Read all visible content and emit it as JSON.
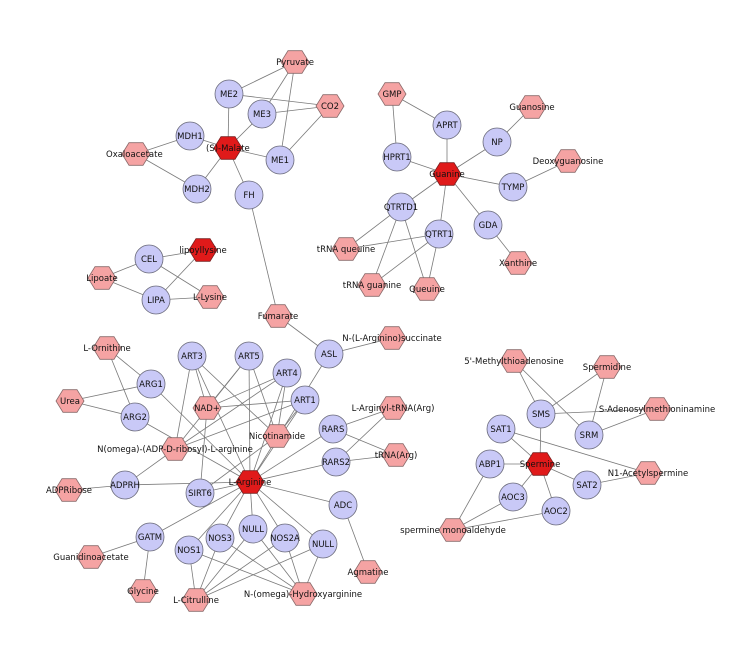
{
  "colors": {
    "gene": "#c9c9f7",
    "metabolite": "#f5a3a3",
    "hub": "#e01a1a",
    "edge": "#7a7a7a"
  },
  "nodes": [
    {
      "id": "pyruvate",
      "label": "Pyruvate",
      "kind": "metabolite"
    },
    {
      "id": "me2",
      "label": "ME2",
      "kind": "gene"
    },
    {
      "id": "me3",
      "label": "ME3",
      "kind": "gene"
    },
    {
      "id": "co2",
      "label": "CO2",
      "kind": "metabolite"
    },
    {
      "id": "mdh1",
      "label": "MDH1",
      "kind": "gene"
    },
    {
      "id": "smalate",
      "label": "(S)-Malate",
      "kind": "hub"
    },
    {
      "id": "oxaloacetate",
      "label": "Oxaloacetate",
      "kind": "metabolite"
    },
    {
      "id": "me1",
      "label": "ME1",
      "kind": "gene"
    },
    {
      "id": "mdh2",
      "label": "MDH2",
      "kind": "gene"
    },
    {
      "id": "fh",
      "label": "FH",
      "kind": "gene"
    },
    {
      "id": "gmp",
      "label": "GMP",
      "kind": "metabolite"
    },
    {
      "id": "aprt",
      "label": "APRT",
      "kind": "gene"
    },
    {
      "id": "guanosine",
      "label": "Guanosine",
      "kind": "metabolite"
    },
    {
      "id": "np",
      "label": "NP",
      "kind": "gene"
    },
    {
      "id": "hprt1",
      "label": "HPRT1",
      "kind": "gene"
    },
    {
      "id": "guanine",
      "label": "Guanine",
      "kind": "hub"
    },
    {
      "id": "deoxyguanosine",
      "label": "Deoxyguanosine",
      "kind": "metabolite"
    },
    {
      "id": "tymp",
      "label": "TYMP",
      "kind": "gene"
    },
    {
      "id": "qtrtd1",
      "label": "QTRTD1",
      "kind": "gene"
    },
    {
      "id": "qtrt1",
      "label": "QTRT1",
      "kind": "gene"
    },
    {
      "id": "gda",
      "label": "GDA",
      "kind": "gene"
    },
    {
      "id": "trnaqueuine",
      "label": "tRNA queuine",
      "kind": "metabolite"
    },
    {
      "id": "xanthine",
      "label": "Xanthine",
      "kind": "metabolite"
    },
    {
      "id": "trnaguanine",
      "label": "tRNA guanine",
      "kind": "metabolite"
    },
    {
      "id": "queuine",
      "label": "Queuine",
      "kind": "metabolite"
    },
    {
      "id": "cel",
      "label": "CEL",
      "kind": "gene"
    },
    {
      "id": "lipoyllysine",
      "label": "lipoyllysine",
      "kind": "hub"
    },
    {
      "id": "lipoate",
      "label": "Lipoate",
      "kind": "metabolite"
    },
    {
      "id": "lipa",
      "label": "LIPA",
      "kind": "gene"
    },
    {
      "id": "llysine",
      "label": "L-Lysine",
      "kind": "metabolite"
    },
    {
      "id": "fumarate",
      "label": "Fumarate",
      "kind": "metabolite"
    },
    {
      "id": "arginosuccinate",
      "label": "N-(L-Arginino)succinate",
      "kind": "metabolite"
    },
    {
      "id": "asl",
      "label": "ASL",
      "kind": "gene"
    },
    {
      "id": "lornithine",
      "label": "L-Ornithine",
      "kind": "metabolite"
    },
    {
      "id": "art3",
      "label": "ART3",
      "kind": "gene"
    },
    {
      "id": "art5",
      "label": "ART5",
      "kind": "gene"
    },
    {
      "id": "art4",
      "label": "ART4",
      "kind": "gene"
    },
    {
      "id": "arg1",
      "label": "ARG1",
      "kind": "gene"
    },
    {
      "id": "urea",
      "label": "Urea",
      "kind": "metabolite"
    },
    {
      "id": "nadplus",
      "label": "NAD+",
      "kind": "metabolite"
    },
    {
      "id": "art1",
      "label": "ART1",
      "kind": "gene"
    },
    {
      "id": "arg2",
      "label": "ARG2",
      "kind": "gene"
    },
    {
      "id": "arginyltrna",
      "label": "L-Arginyl-tRNA(Arg)",
      "kind": "metabolite"
    },
    {
      "id": "rars",
      "label": "RARS",
      "kind": "gene"
    },
    {
      "id": "nicotinamide",
      "label": "Nicotinamide",
      "kind": "metabolite"
    },
    {
      "id": "adpribosylarg",
      "label": "N(omega)-(ADP-D-ribosyl)-L-arginine",
      "kind": "metabolite"
    },
    {
      "id": "trnaarg",
      "label": "tRNA(Arg)",
      "kind": "metabolite"
    },
    {
      "id": "rars2",
      "label": "RARS2",
      "kind": "gene"
    },
    {
      "id": "larginine",
      "label": "L-Arginine",
      "kind": "hub"
    },
    {
      "id": "adpribose",
      "label": "ADPRibose",
      "kind": "metabolite"
    },
    {
      "id": "adprh",
      "label": "ADPRH",
      "kind": "gene"
    },
    {
      "id": "sirt6",
      "label": "SIRT6",
      "kind": "gene"
    },
    {
      "id": "adc",
      "label": "ADC",
      "kind": "gene"
    },
    {
      "id": "gatm",
      "label": "GATM",
      "kind": "gene"
    },
    {
      "id": "null1",
      "label": "NULL",
      "kind": "gene"
    },
    {
      "id": "nos3",
      "label": "NOS3",
      "kind": "gene"
    },
    {
      "id": "nos2a",
      "label": "NOS2A",
      "kind": "gene"
    },
    {
      "id": "null2",
      "label": "NULL",
      "kind": "gene"
    },
    {
      "id": "nos1",
      "label": "NOS1",
      "kind": "gene"
    },
    {
      "id": "guanidinoacetate",
      "label": "Guanidinoacetate",
      "kind": "metabolite"
    },
    {
      "id": "agmatine",
      "label": "Agmatine",
      "kind": "metabolite"
    },
    {
      "id": "glycine",
      "label": "Glycine",
      "kind": "metabolite"
    },
    {
      "id": "lcitrulline",
      "label": "L-Citrulline",
      "kind": "metabolite"
    },
    {
      "id": "hydroxyarginine",
      "label": "N-(omega)-Hydroxyarginine",
      "kind": "metabolite"
    },
    {
      "id": "methylthioadenosine",
      "label": "5'-Methylthioadenosine",
      "kind": "metabolite"
    },
    {
      "id": "spermidine",
      "label": "Spermidine",
      "kind": "metabolite"
    },
    {
      "id": "sms",
      "label": "SMS",
      "kind": "gene"
    },
    {
      "id": "samine",
      "label": "S-Adenosylmethioninamine",
      "kind": "metabolite"
    },
    {
      "id": "sat1",
      "label": "SAT1",
      "kind": "gene"
    },
    {
      "id": "srm",
      "label": "SRM",
      "kind": "gene"
    },
    {
      "id": "abp1",
      "label": "ABP1",
      "kind": "gene"
    },
    {
      "id": "spermine",
      "label": "Spermine",
      "kind": "hub"
    },
    {
      "id": "acetylspermine",
      "label": "N1-Acetylspermine",
      "kind": "metabolite"
    },
    {
      "id": "sat2",
      "label": "SAT2",
      "kind": "gene"
    },
    {
      "id": "aoc3",
      "label": "AOC3",
      "kind": "gene"
    },
    {
      "id": "aoc2",
      "label": "AOC2",
      "kind": "gene"
    },
    {
      "id": "sperminealdehyde",
      "label": "spermine monoaldehyde",
      "kind": "metabolite"
    }
  ],
  "edges": [
    [
      "pyruvate",
      "me2"
    ],
    [
      "pyruvate",
      "me3"
    ],
    [
      "pyruvate",
      "me1"
    ],
    [
      "co2",
      "me2"
    ],
    [
      "co2",
      "me3"
    ],
    [
      "co2",
      "me1"
    ],
    [
      "smalate",
      "me2"
    ],
    [
      "smalate",
      "me3"
    ],
    [
      "smalate",
      "me1"
    ],
    [
      "smalate",
      "mdh1"
    ],
    [
      "smalate",
      "mdh2"
    ],
    [
      "smalate",
      "fh"
    ],
    [
      "oxaloacetate",
      "mdh1"
    ],
    [
      "oxaloacetate",
      "mdh2"
    ],
    [
      "fh",
      "fumarate"
    ],
    [
      "fumarate",
      "asl"
    ],
    [
      "asl",
      "arginosuccinate"
    ],
    [
      "asl",
      "larginine"
    ],
    [
      "gmp",
      "hprt1"
    ],
    [
      "gmp",
      "aprt"
    ],
    [
      "aprt",
      "guanine"
    ],
    [
      "hprt1",
      "guanine"
    ],
    [
      "guanine",
      "np"
    ],
    [
      "guanine",
      "tymp"
    ],
    [
      "guanine",
      "gda"
    ],
    [
      "guanine",
      "qtrtd1"
    ],
    [
      "guanine",
      "qtrt1"
    ],
    [
      "np",
      "guanosine"
    ],
    [
      "tymp",
      "deoxyguanosine"
    ],
    [
      "gda",
      "xanthine"
    ],
    [
      "qtrtd1",
      "trnaqueuine"
    ],
    [
      "qtrtd1",
      "trnaguanine"
    ],
    [
      "qtrtd1",
      "queuine"
    ],
    [
      "qtrt1",
      "trnaqueuine"
    ],
    [
      "qtrt1",
      "trnaguanine"
    ],
    [
      "qtrt1",
      "queuine"
    ],
    [
      "cel",
      "lipoyllysine"
    ],
    [
      "cel",
      "lipoate"
    ],
    [
      "cel",
      "llysine"
    ],
    [
      "lipa",
      "lipoyllysine"
    ],
    [
      "lipa",
      "lipoate"
    ],
    [
      "lipa",
      "llysine"
    ],
    [
      "lornithine",
      "arg1"
    ],
    [
      "lornithine",
      "arg2"
    ],
    [
      "urea",
      "arg1"
    ],
    [
      "urea",
      "arg2"
    ],
    [
      "arg1",
      "larginine"
    ],
    [
      "arg2",
      "larginine"
    ],
    [
      "art3",
      "nadplus"
    ],
    [
      "art3",
      "nicotinamide"
    ],
    [
      "art3",
      "adpribosylarg"
    ],
    [
      "art3",
      "larginine"
    ],
    [
      "art5",
      "nadplus"
    ],
    [
      "art5",
      "nicotinamide"
    ],
    [
      "art5",
      "adpribosylarg"
    ],
    [
      "art5",
      "larginine"
    ],
    [
      "art4",
      "nadplus"
    ],
    [
      "art4",
      "nicotinamide"
    ],
    [
      "art4",
      "adpribosylarg"
    ],
    [
      "art4",
      "larginine"
    ],
    [
      "art1",
      "nadplus"
    ],
    [
      "art1",
      "nicotinamide"
    ],
    [
      "art1",
      "adpribosylarg"
    ],
    [
      "art1",
      "larginine"
    ],
    [
      "rars",
      "arginyltrna"
    ],
    [
      "rars",
      "trnaarg"
    ],
    [
      "rars",
      "larginine"
    ],
    [
      "rars2",
      "arginyltrna"
    ],
    [
      "rars2",
      "trnaarg"
    ],
    [
      "rars2",
      "larginine"
    ],
    [
      "adpribosylarg",
      "adprh"
    ],
    [
      "adprh",
      "adpribose"
    ],
    [
      "adprh",
      "larginine"
    ],
    [
      "sirt6",
      "nadplus"
    ],
    [
      "sirt6",
      "nicotinamide"
    ],
    [
      "sirt6",
      "larginine"
    ],
    [
      "larginine",
      "adc"
    ],
    [
      "adc",
      "agmatine"
    ],
    [
      "larginine",
      "gatm"
    ],
    [
      "gatm",
      "guanidinoacetate"
    ],
    [
      "gatm",
      "glycine"
    ],
    [
      "larginine",
      "nos1"
    ],
    [
      "larginine",
      "nos3"
    ],
    [
      "larginine",
      "null1"
    ],
    [
      "larginine",
      "nos2a"
    ],
    [
      "larginine",
      "null2"
    ],
    [
      "nos1",
      "lcitrulline"
    ],
    [
      "nos1",
      "hydroxyarginine"
    ],
    [
      "nos3",
      "lcitrulline"
    ],
    [
      "nos3",
      "hydroxyarginine"
    ],
    [
      "null1",
      "lcitrulline"
    ],
    [
      "null1",
      "hydroxyarginine"
    ],
    [
      "nos2a",
      "lcitrulline"
    ],
    [
      "nos2a",
      "hydroxyarginine"
    ],
    [
      "null2",
      "lcitrulline"
    ],
    [
      "null2",
      "hydroxyarginine"
    ],
    [
      "sms",
      "methylthioadenosine"
    ],
    [
      "sms",
      "spermidine"
    ],
    [
      "sms",
      "samine"
    ],
    [
      "sms",
      "spermine"
    ],
    [
      "srm",
      "methylthioadenosine"
    ],
    [
      "srm",
      "spermidine"
    ],
    [
      "srm",
      "samine"
    ],
    [
      "sat1",
      "spermine"
    ],
    [
      "sat1",
      "acetylspermine"
    ],
    [
      "sat2",
      "spermine"
    ],
    [
      "sat2",
      "acetylspermine"
    ],
    [
      "abp1",
      "spermine"
    ],
    [
      "abp1",
      "sperminealdehyde"
    ],
    [
      "aoc3",
      "spermine"
    ],
    [
      "aoc3",
      "sperminealdehyde"
    ],
    [
      "aoc2",
      "spermine"
    ],
    [
      "aoc2",
      "sperminealdehyde"
    ]
  ]
}
